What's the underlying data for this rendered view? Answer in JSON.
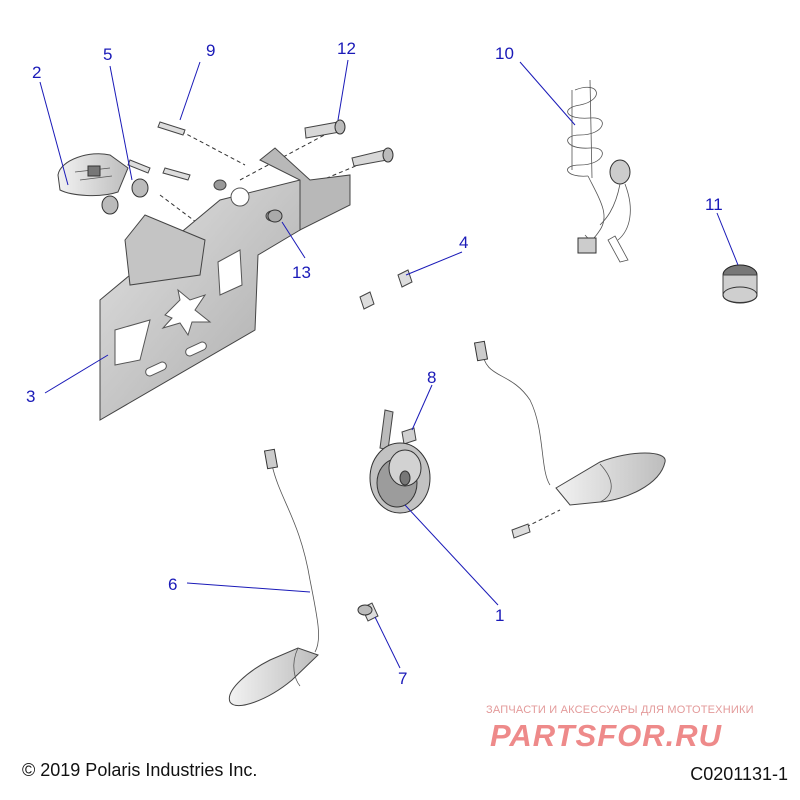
{
  "callouts": [
    {
      "id": "c1",
      "label": "1"
    },
    {
      "id": "c2",
      "label": "2"
    },
    {
      "id": "c3",
      "label": "3"
    },
    {
      "id": "c4",
      "label": "4"
    },
    {
      "id": "c5",
      "label": "5"
    },
    {
      "id": "c6",
      "label": "6"
    },
    {
      "id": "c7",
      "label": "7"
    },
    {
      "id": "c8",
      "label": "8"
    },
    {
      "id": "c9",
      "label": "9"
    },
    {
      "id": "c10",
      "label": "10"
    },
    {
      "id": "c11",
      "label": "11"
    },
    {
      "id": "c12",
      "label": "12"
    },
    {
      "id": "c13",
      "label": "13"
    }
  ],
  "footer": {
    "copyright": "© 2019 Polaris Industries Inc.",
    "drawing_id": "C0201131-1"
  },
  "watermark": {
    "tagline": "ЗАПЧАСТИ И АКСЕССУАРЫ ДЛЯ МОТОТЕХНИКИ",
    "brand": "PARTSFOR.RU"
  },
  "colors": {
    "callout": "#1a1ab8",
    "part_fill": "#cfcfcf",
    "watermark": "#ee8a8a"
  }
}
